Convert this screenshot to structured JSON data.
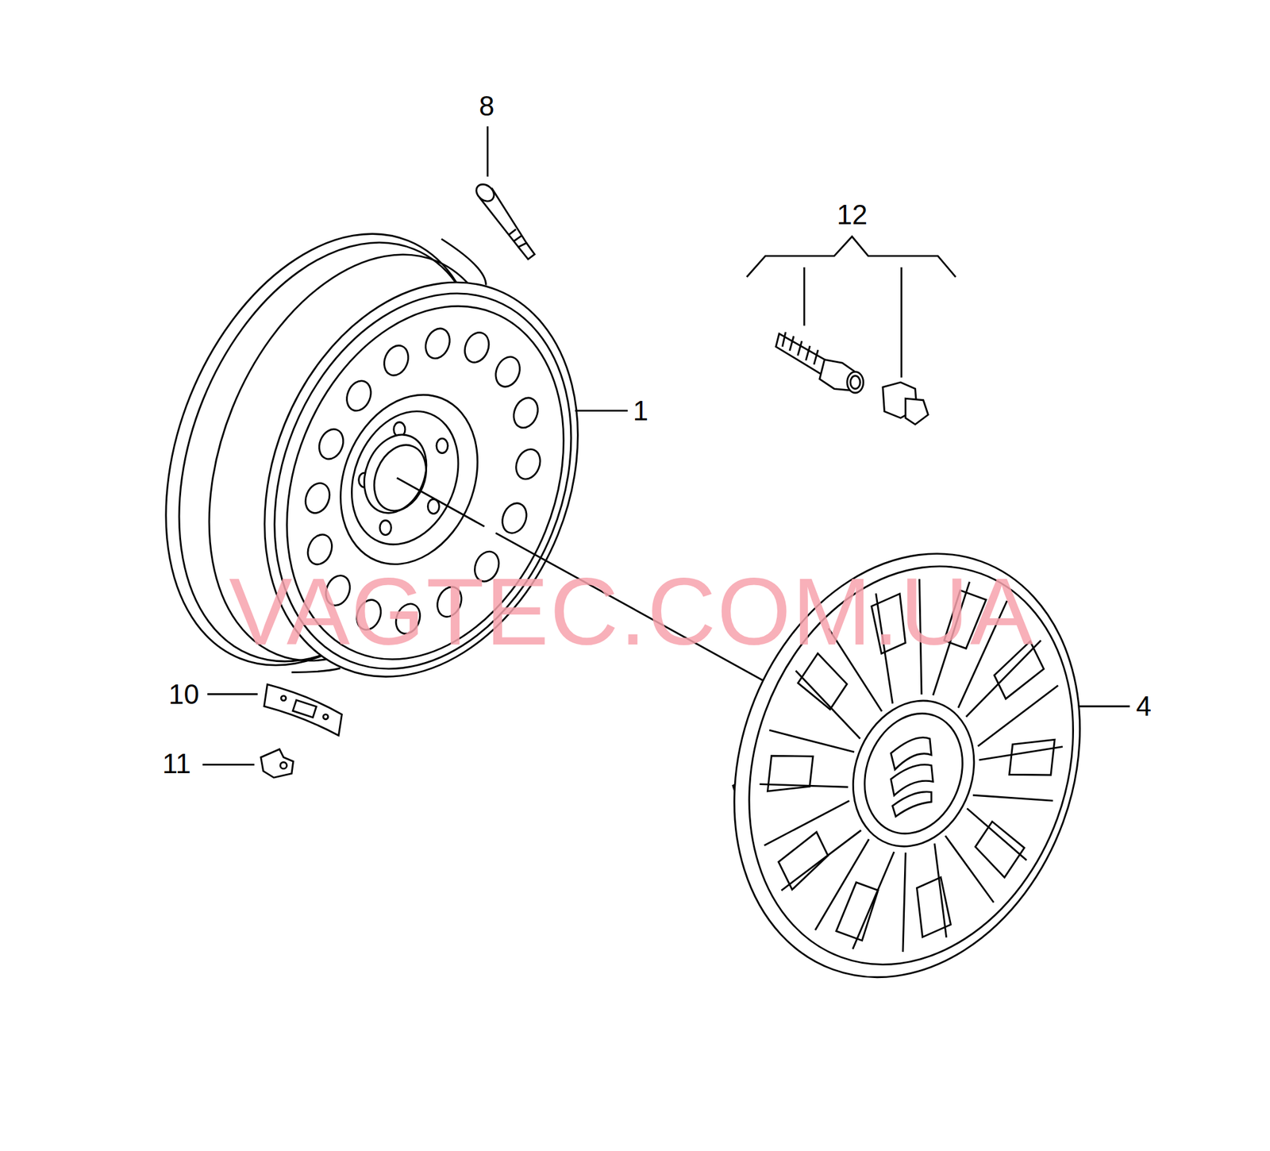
{
  "diagram": {
    "labels": [
      "8",
      "12",
      "1",
      "4",
      "10",
      "11",
      "VAGTEC.COM.UA"
    ]
  }
}
